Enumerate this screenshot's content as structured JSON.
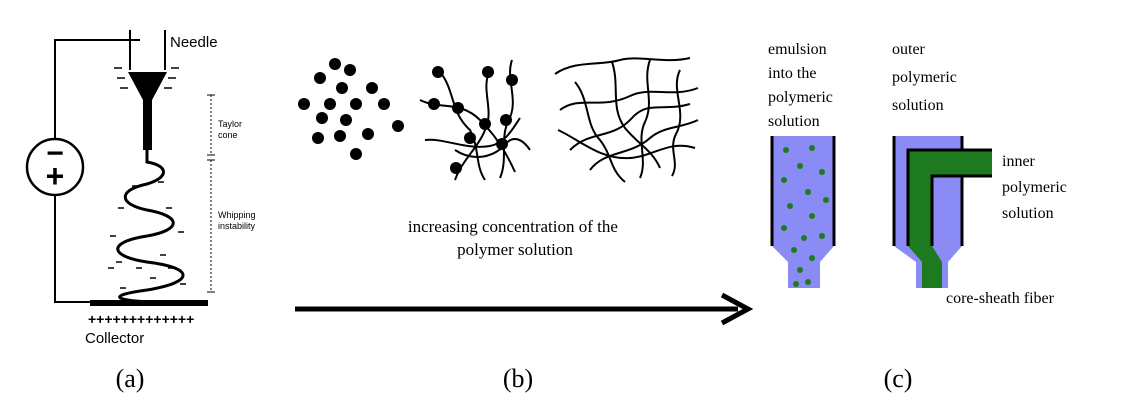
{
  "panel_a": {
    "needle_label": "Needle",
    "taylor_label": [
      "Taylor",
      "cone"
    ],
    "whipping_label": [
      "Whipping",
      "instability"
    ],
    "collector_label": "Collector",
    "collector_charges": "+++++++++++++",
    "source_minus": "−",
    "source_plus": "+",
    "caption": "(a)"
  },
  "panel_b": {
    "caption_lines": [
      "increasing concentration of the",
      "polymer solution"
    ],
    "caption": "(b)"
  },
  "panel_c": {
    "emulsion_label": [
      "emulsion",
      "into the",
      "polymeric",
      "solution"
    ],
    "outer_label": [
      "outer",
      "polymeric",
      "solution"
    ],
    "inner_label": [
      "inner",
      "polymeric",
      "solution"
    ],
    "core_sheath_label": "core-sheath fiber",
    "caption": "(c)"
  },
  "colors": {
    "ink": "#000000",
    "solution_blue": "#8b8bf5",
    "inner_green": "#1e7a1e",
    "droplet_green": "#1e7a1e"
  }
}
